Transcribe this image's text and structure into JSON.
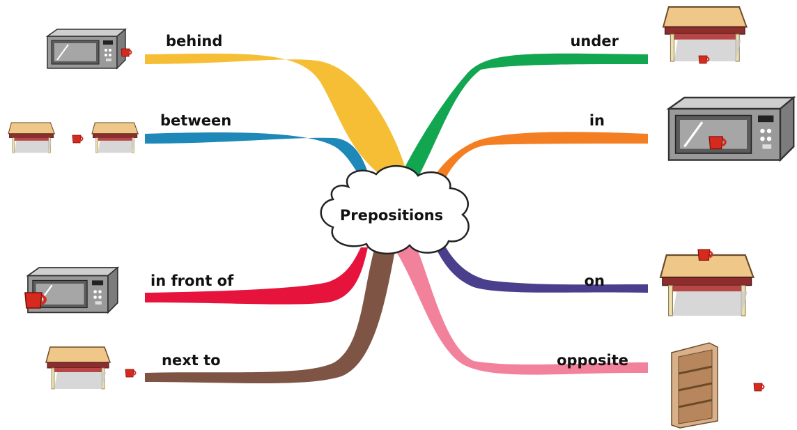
{
  "center": {
    "label": "Prepositions"
  },
  "branches": [
    {
      "id": "behind",
      "label": "behind",
      "color": "#F6BE35",
      "icon": "microwave-cup-behind-icon"
    },
    {
      "id": "between",
      "label": "between",
      "color": "#1E88B8",
      "icon": "tables-cup-between-icon"
    },
    {
      "id": "in-front-of",
      "label": "in front of",
      "color": "#E6143C",
      "icon": "microwave-cup-front-icon"
    },
    {
      "id": "next-to",
      "label": "next to",
      "color": "#7E5545",
      "icon": "table-cup-next-to-icon"
    },
    {
      "id": "under",
      "label": "under",
      "color": "#13A651",
      "icon": "table-cup-under-icon"
    },
    {
      "id": "in",
      "label": "in",
      "color": "#F47F23",
      "icon": "microwave-cup-inside-icon"
    },
    {
      "id": "on",
      "label": "on",
      "color": "#4A3F8C",
      "icon": "table-cup-on-icon"
    },
    {
      "id": "opposite",
      "label": "opposite",
      "color": "#F2819B",
      "icon": "shelf-cup-opposite-icon"
    }
  ]
}
